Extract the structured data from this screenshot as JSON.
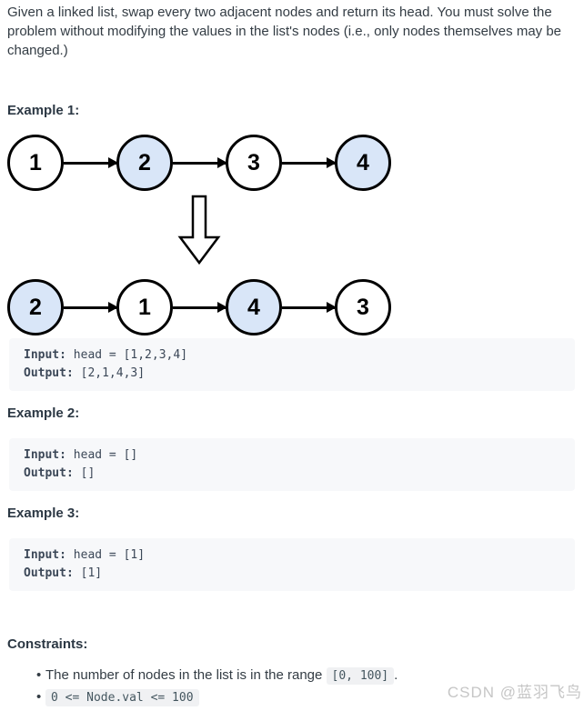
{
  "description": "Given a linked list, swap every two adjacent nodes and return its head. You must solve the problem without modifying the values in the list's nodes (i.e., only nodes themselves may be changed.)",
  "diagram": {
    "node_fill_highlight": "#d9e6f8",
    "node_fill_normal": "#ffffff",
    "node_border_color": "#000000",
    "before_nodes": [
      {
        "value": "1",
        "highlighted": false
      },
      {
        "value": "2",
        "highlighted": true
      },
      {
        "value": "3",
        "highlighted": false
      },
      {
        "value": "4",
        "highlighted": true
      }
    ],
    "after_nodes": [
      {
        "value": "2",
        "highlighted": true
      },
      {
        "value": "1",
        "highlighted": false
      },
      {
        "value": "4",
        "highlighted": true
      },
      {
        "value": "3",
        "highlighted": false
      }
    ]
  },
  "examples": [
    {
      "heading": "Example 1:",
      "input_label": "Input:",
      "input_value": " head = [1,2,3,4]",
      "output_label": "Output:",
      "output_value": " [2,1,4,3]"
    },
    {
      "heading": "Example 2:",
      "input_label": "Input:",
      "input_value": " head = []",
      "output_label": "Output:",
      "output_value": " []"
    },
    {
      "heading": "Example 3:",
      "input_label": "Input:",
      "input_value": " head = [1]",
      "output_label": "Output:",
      "output_value": " [1]"
    }
  ],
  "constraints": {
    "heading": "Constraints:",
    "items": [
      {
        "prefix": "The number of nodes in the list is in the range ",
        "code": "[0, 100]",
        "suffix": "."
      },
      {
        "prefix": "",
        "code": "0 <= Node.val <= 100",
        "suffix": ""
      }
    ]
  },
  "watermark": "CSDN @蓝羽飞鸟"
}
